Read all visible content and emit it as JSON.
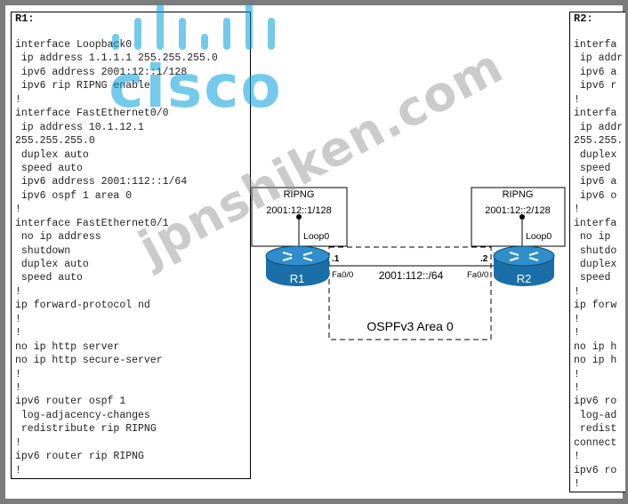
{
  "logo_text": "cisco",
  "watermark": "jpnshiken.com",
  "colors": {
    "cisco_blue": "#049fd9",
    "router_blue": "#1b6fa8",
    "frame_gray": "#7c7c7c"
  },
  "r1": {
    "title": "R1:",
    "lines": [
      "interface Loopback0",
      " ip address 1.1.1.1 255.255.255.0",
      " ipv6 address 2001:12::1/128",
      " ipv6 rip RIPNG enable",
      "!",
      "interface FastEthernet0/0",
      " ip address 10.1.12.1",
      "255.255.255.0",
      " duplex auto",
      " speed auto",
      " ipv6 address 2001:112::1/64",
      " ipv6 ospf 1 area 0",
      "!",
      "interface FastEthernet0/1",
      " no ip address",
      " shutdown",
      " duplex auto",
      " speed auto",
      "!",
      "ip forward-protocol nd",
      "!",
      "!",
      "no ip http server",
      "no ip http secure-server",
      "!",
      "!",
      "ipv6 router ospf 1",
      " log-adjacency-changes",
      " redistribute rip RIPNG",
      "!",
      "ipv6 router rip RIPNG",
      "!"
    ]
  },
  "r2": {
    "title": "R2:",
    "lines": [
      "interfa",
      " ip addr",
      " ipv6 a",
      " ipv6 r",
      "!",
      "interfa",
      " ip addr",
      "255.255.",
      " duplex",
      " speed ",
      " ipv6 a",
      " ipv6 o",
      "!",
      "interfa",
      " no ip ",
      " shutdo",
      " duplex",
      " speed ",
      "!",
      "ip forw",
      "!",
      "!",
      "no ip h",
      "no ip h",
      "!",
      "!",
      "ipv6 ro",
      " log-ad",
      " redist",
      "connect",
      "!",
      "ipv6 ro",
      "!"
    ]
  },
  "diagram": {
    "r1_box_label": "RIPNG",
    "r1_box_addr": "2001:12::1/128",
    "r1_loop": "Loop0",
    "r2_box_label": "RIPNG",
    "r2_box_addr": "2001:12::2/128",
    "r2_loop": "Loop0",
    "r1_name": "R1",
    "r2_name": "R2",
    "r1_host": ".1",
    "r2_host": ".2",
    "r1_iface": "Fa0/0",
    "r2_iface": "Fa0/0",
    "link_net": "2001:112::/64",
    "area_label": "OSPFv3 Area 0"
  }
}
